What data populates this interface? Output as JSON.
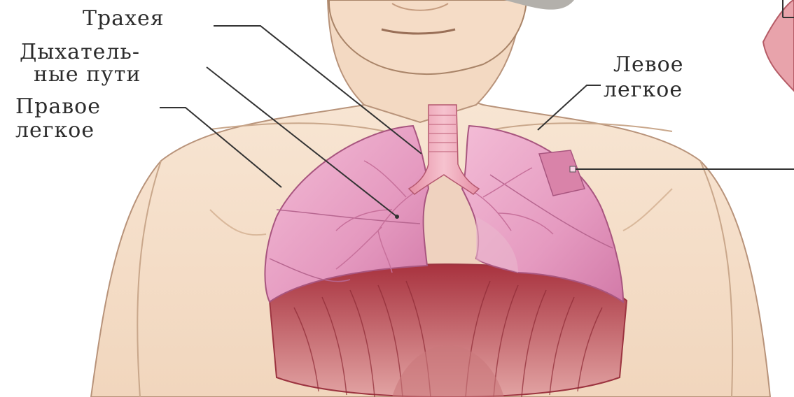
{
  "labels": {
    "trachea": "Трахея",
    "airways_line1": "Дыхатель-",
    "airways_line2": "ные пути",
    "right_lung_line1": "Правое",
    "right_lung_line2": "легкое",
    "left_lung_line1": "Левое",
    "left_lung_line2": "легкое"
  },
  "colors": {
    "skin": "#f6e0cc",
    "skin_shadow": "#e6c4a6",
    "outline": "#b8937a",
    "lung": "#e59ac0",
    "lung_light": "#f4c0da",
    "lung_dark": "#c76c9a",
    "trachea": "#eea5b8",
    "diaphragm": "#b4454e",
    "diaphragm_light": "#d77e86",
    "leader_line": "#333333",
    "text": "#2b2b2b"
  }
}
